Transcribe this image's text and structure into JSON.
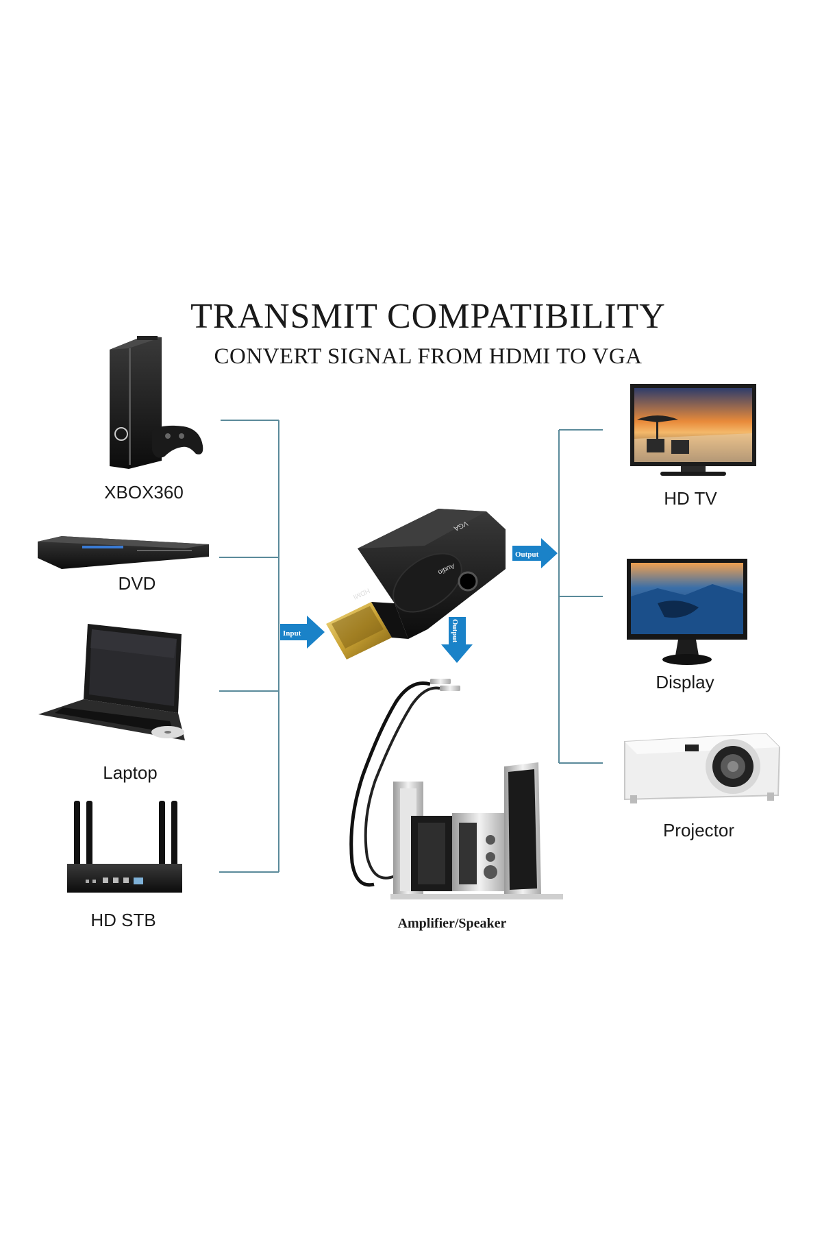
{
  "title": "TRANSMIT COMPATIBILITY",
  "subtitle": "CONVERT SIGNAL FROM HDMI TO VGA",
  "inputs": [
    {
      "label": "XBOX360",
      "icon": "xbox360-console-icon"
    },
    {
      "label": "DVD",
      "icon": "dvd-player-icon"
    },
    {
      "label": "Laptop",
      "icon": "laptop-icon"
    },
    {
      "label": "HD STB",
      "icon": "set-top-box-icon"
    }
  ],
  "outputs": [
    {
      "label": "HD TV",
      "icon": "hd-tv-icon"
    },
    {
      "label": "Display",
      "icon": "monitor-icon"
    },
    {
      "label": "Projector",
      "icon": "projector-icon"
    }
  ],
  "audio_output": {
    "label": "Amplifier/Speaker",
    "icon": "speaker-system-icon"
  },
  "adapter": {
    "icon": "hdmi-to-vga-adapter-icon",
    "port_labels": [
      "HDMI",
      "VGA",
      "Audio"
    ]
  },
  "arrows": {
    "input": "Input",
    "output_right": "Output",
    "output_down": "Output"
  },
  "colors": {
    "connector_line": "#5a8a9a",
    "arrow_blue": "#1a82c8"
  }
}
